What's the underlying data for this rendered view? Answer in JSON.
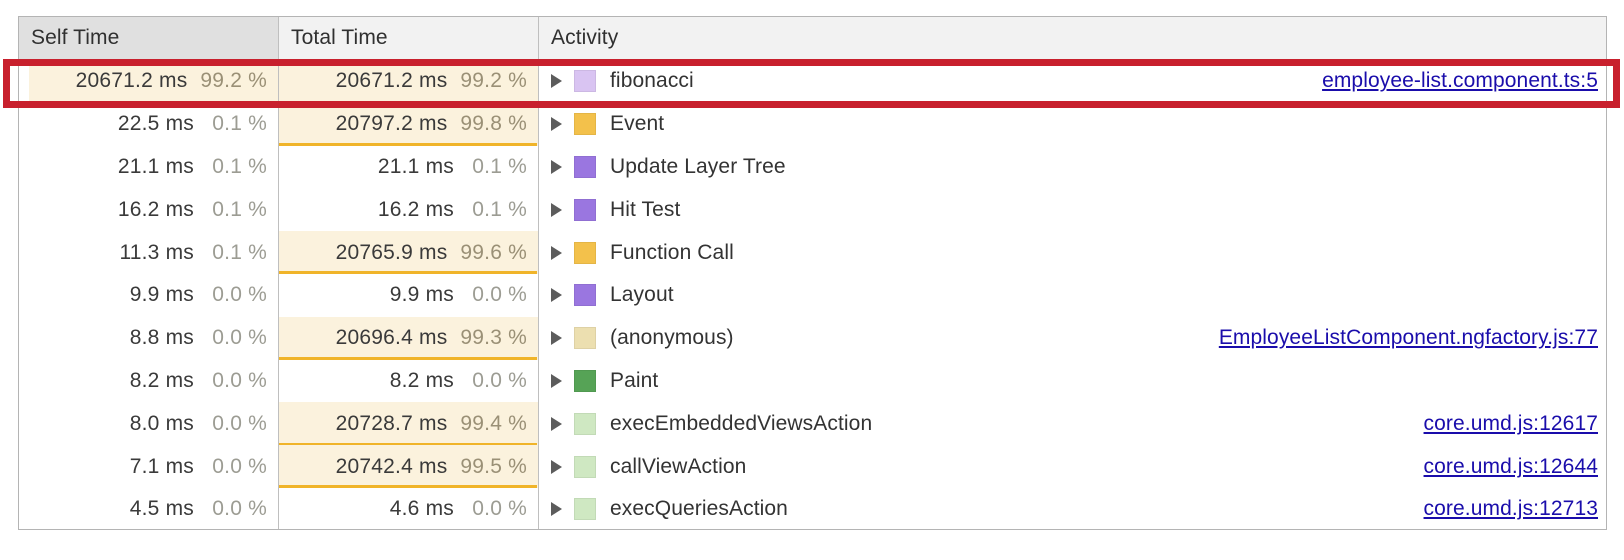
{
  "panel": {
    "name": "performance-bottom-up-table",
    "accent_red": "#c8202d",
    "highlight_bg": "#fbf2dd",
    "highlight_bar": "#f0b429",
    "link_color": "#1a0dab"
  },
  "header": {
    "self_time": "Self Time",
    "total_time": "Total Time",
    "activity": "Activity",
    "sorted_column": "Self Time"
  },
  "rows": [
    {
      "self_ms": "20671.2 ms",
      "self_pct": "99.2 %",
      "self_hl": true,
      "total_ms": "20671.2 ms",
      "total_pct": "99.2 %",
      "total_hl": true,
      "activity": "fibonacci",
      "swatch": "#d9c4f2",
      "swatch_name": "scripting-light-swatch",
      "link": "employee-list.component.ts:5",
      "annotated": true
    },
    {
      "self_ms": "22.5 ms",
      "self_pct": "0.1 %",
      "self_hl": false,
      "total_ms": "20797.2 ms",
      "total_pct": "99.8 %",
      "total_hl": true,
      "activity": "Event",
      "swatch": "#f3c14b",
      "swatch_name": "scripting-swatch",
      "link": "",
      "annotated": false
    },
    {
      "self_ms": "21.1 ms",
      "self_pct": "0.1 %",
      "self_hl": false,
      "total_ms": "21.1 ms",
      "total_pct": "0.1 %",
      "total_hl": false,
      "activity": "Update Layer Tree",
      "swatch": "#9a76e0",
      "swatch_name": "rendering-swatch",
      "link": "",
      "annotated": false
    },
    {
      "self_ms": "16.2 ms",
      "self_pct": "0.1 %",
      "self_hl": false,
      "total_ms": "16.2 ms",
      "total_pct": "0.1 %",
      "total_hl": false,
      "activity": "Hit Test",
      "swatch": "#9a76e0",
      "swatch_name": "rendering-swatch",
      "link": "",
      "annotated": false
    },
    {
      "self_ms": "11.3 ms",
      "self_pct": "0.1 %",
      "self_hl": false,
      "total_ms": "20765.9 ms",
      "total_pct": "99.6 %",
      "total_hl": true,
      "activity": "Function Call",
      "swatch": "#f3c14b",
      "swatch_name": "scripting-swatch",
      "link": "",
      "annotated": false
    },
    {
      "self_ms": "9.9 ms",
      "self_pct": "0.0 %",
      "self_hl": false,
      "total_ms": "9.9 ms",
      "total_pct": "0.0 %",
      "total_hl": false,
      "activity": "Layout",
      "swatch": "#9a76e0",
      "swatch_name": "rendering-swatch",
      "link": "",
      "annotated": false
    },
    {
      "self_ms": "8.8 ms",
      "self_pct": "0.0 %",
      "self_hl": false,
      "total_ms": "20696.4 ms",
      "total_pct": "99.3 %",
      "total_hl": true,
      "activity": "(anonymous)",
      "swatch": "#ecdfb0",
      "swatch_name": "scripting-pale-swatch",
      "link": "EmployeeListComponent.ngfactory.js:77",
      "annotated": false
    },
    {
      "self_ms": "8.2 ms",
      "self_pct": "0.0 %",
      "self_hl": false,
      "total_ms": "8.2 ms",
      "total_pct": "0.0 %",
      "total_hl": false,
      "activity": "Paint",
      "swatch": "#56a356",
      "swatch_name": "painting-swatch",
      "link": "",
      "annotated": false
    },
    {
      "self_ms": "8.0 ms",
      "self_pct": "0.0 %",
      "self_hl": false,
      "total_ms": "20728.7 ms",
      "total_pct": "99.4 %",
      "total_hl": true,
      "activity": "execEmbeddedViewsAction",
      "swatch": "#cfe8c2",
      "swatch_name": "painting-pale-swatch",
      "link": "core.umd.js:12617",
      "annotated": false
    },
    {
      "self_ms": "7.1 ms",
      "self_pct": "0.0 %",
      "self_hl": false,
      "total_ms": "20742.4 ms",
      "total_pct": "99.5 %",
      "total_hl": true,
      "activity": "callViewAction",
      "swatch": "#cfe8c2",
      "swatch_name": "painting-pale-swatch",
      "link": "core.umd.js:12644",
      "annotated": false
    },
    {
      "self_ms": "4.5 ms",
      "self_pct": "0.0 %",
      "self_hl": false,
      "total_ms": "4.6 ms",
      "total_pct": "0.0 %",
      "total_hl": false,
      "activity": "execQueriesAction",
      "swatch": "#cfe8c2",
      "swatch_name": "painting-pale-swatch",
      "link": "core.umd.js:12713",
      "annotated": false
    }
  ]
}
